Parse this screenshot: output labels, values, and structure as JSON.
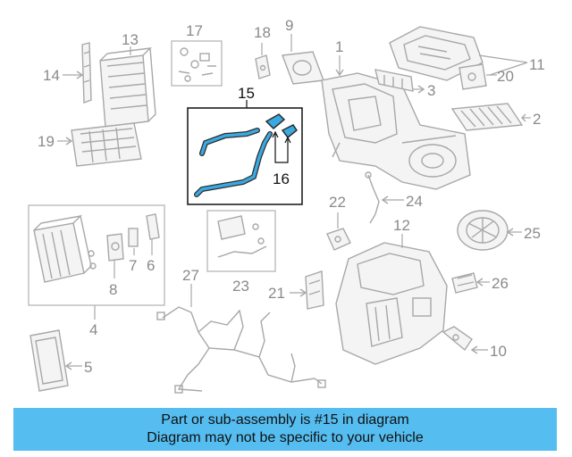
{
  "diagram": {
    "callouts": {
      "c1": "1",
      "c2": "2",
      "c3": "3",
      "c4": "4",
      "c5": "5",
      "c6": "6",
      "c7": "7",
      "c8": "8",
      "c9": "9",
      "c10": "10",
      "c11": "11",
      "c12": "12",
      "c13": "13",
      "c14": "14",
      "c15": "15",
      "c16": "16",
      "c17": "17",
      "c18": "18",
      "c19": "19",
      "c20": "20",
      "c21": "21",
      "c22": "22",
      "c23": "23",
      "c24": "24",
      "c25": "25",
      "c26": "26",
      "c27": "27"
    },
    "highlight_color": "#3aa9e0",
    "part_color": "#a8a8a8"
  },
  "banner": {
    "line1": "Part or sub-assembly is #15 in diagram",
    "line2": "Diagram may not be specific to your vehicle",
    "background": "#55bdf0"
  }
}
